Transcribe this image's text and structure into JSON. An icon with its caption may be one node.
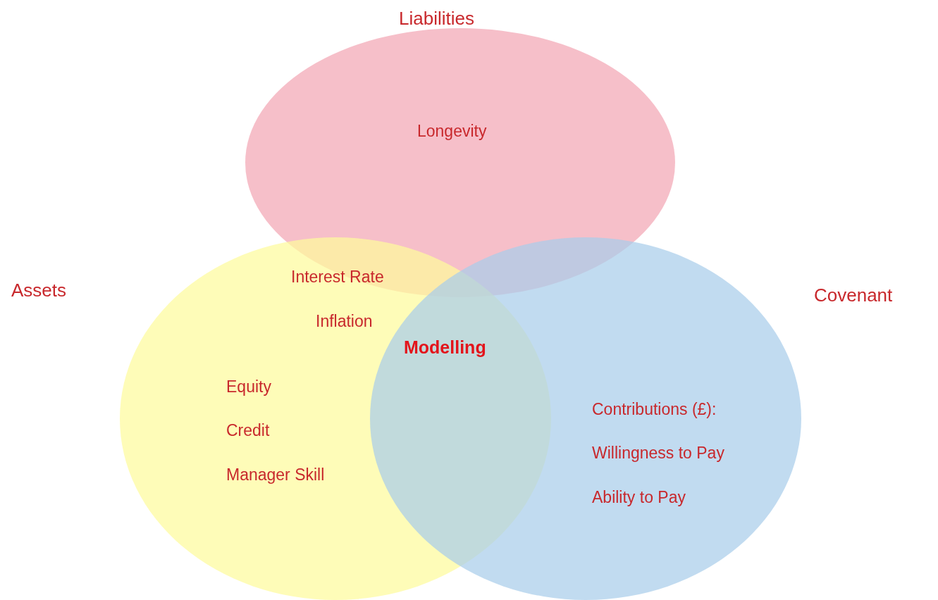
{
  "diagram": {
    "nodes": [
      {
        "text": [
          "Liabilities",
          "Longevity"
        ]
      },
      {
        "text": [
          "Assets",
          "Equity",
          "Credit",
          "Manager Skill"
        ]
      },
      {
        "text": [
          "Covenant",
          "Contributions (£):",
          "Willingness to Pay",
          "Ability to Pay"
        ]
      }
    ],
    "edges": [],
    "labels": [
      "Interest Rate",
      "Inflation",
      "Modelling"
    ]
  }
}
